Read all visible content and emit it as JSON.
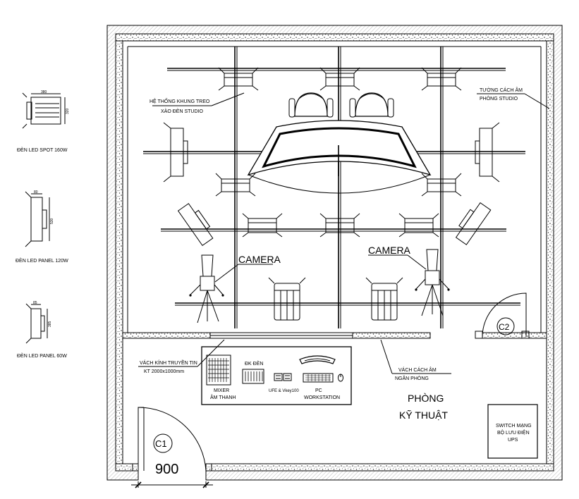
{
  "legend": {
    "spot": {
      "label": "ĐÈN LED SPOT 160W",
      "dim_w": "380",
      "dim_h": "320"
    },
    "panel120": {
      "label": "ĐÈN LED PANEL 120W",
      "dim_w": "80",
      "dim_h": "530"
    },
    "panel60": {
      "label": "ĐÈN LED PANEL 60W",
      "dim_w": "85",
      "dim_h": "385"
    }
  },
  "labels": {
    "truss_line1": "HỆ THỐNG KHUNG TREO",
    "truss_line2": "XÀO ĐÈN STUDIO",
    "wall_line1": "TƯỜNG CÁCH ÂM",
    "wall_line2": "PHÒNG STUDIO",
    "camera_left": "CAMERA",
    "camera_right": "CAMERA",
    "glass_line1": "VÁCH KÍNH TRUYỀN TIN",
    "glass_line2": "KT 2000x1000mm",
    "partition_line1": "VÁCH CÁCH ÂM",
    "partition_line2": "NGĂN PHÒNG",
    "dk_den": "ĐK ĐÈN",
    "mixer_line1": "MIXER",
    "mixer_line2": "ÂM THANH",
    "ufe": "UFE & Vkey100",
    "pc_line1": "PC",
    "pc_line2": "WORKSTATION",
    "room_line1": "PHÒNG",
    "room_line2": "KỸ THUẬT",
    "switch_line1": "SWITCH MẠNG",
    "switch_line2": "BỘ LƯU ĐIỆN",
    "switch_line3": "UPS",
    "door_c1": "C1",
    "door_c2": "C2",
    "door_width": "900"
  }
}
